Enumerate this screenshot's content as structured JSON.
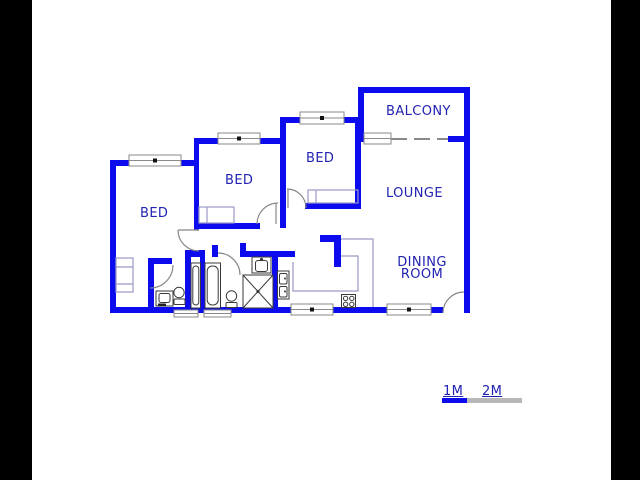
{
  "title": "floor-plan",
  "rooms": [
    {
      "id": "bed-left",
      "label": "BED"
    },
    {
      "id": "bed-middle",
      "label": "BED"
    },
    {
      "id": "bed-right",
      "label": "BED"
    },
    {
      "id": "balcony",
      "label": "BALCONY"
    },
    {
      "id": "lounge",
      "label": "LOUNGE"
    },
    {
      "id": "dining",
      "label": "DINING ROOM"
    }
  ],
  "scale_bar": {
    "labels": [
      "1M",
      "2M"
    ],
    "meters_per_segment": 1,
    "pixels_per_meter": 25
  },
  "fixtures": [
    "window-icon",
    "door-arc-icon",
    "bath-icon",
    "toilet-icon",
    "sink-icon",
    "shower-icon",
    "stove-icon",
    "kitchen-sink-icon",
    "bed-icon",
    "closet-icon",
    "railing-icon"
  ],
  "colors": {
    "wall": "#0b0bee",
    "label_text": "#2222b2",
    "window_frame": "#8a8a8a",
    "door_arc": "#888888",
    "fixture_outline": "#3a3a3a",
    "furniture_outline": "#9a9ac8",
    "scale_blue": "#0b0bee",
    "scale_gray": "#b8b8b8",
    "background": "#ffffff",
    "side_bars": "#000000"
  }
}
